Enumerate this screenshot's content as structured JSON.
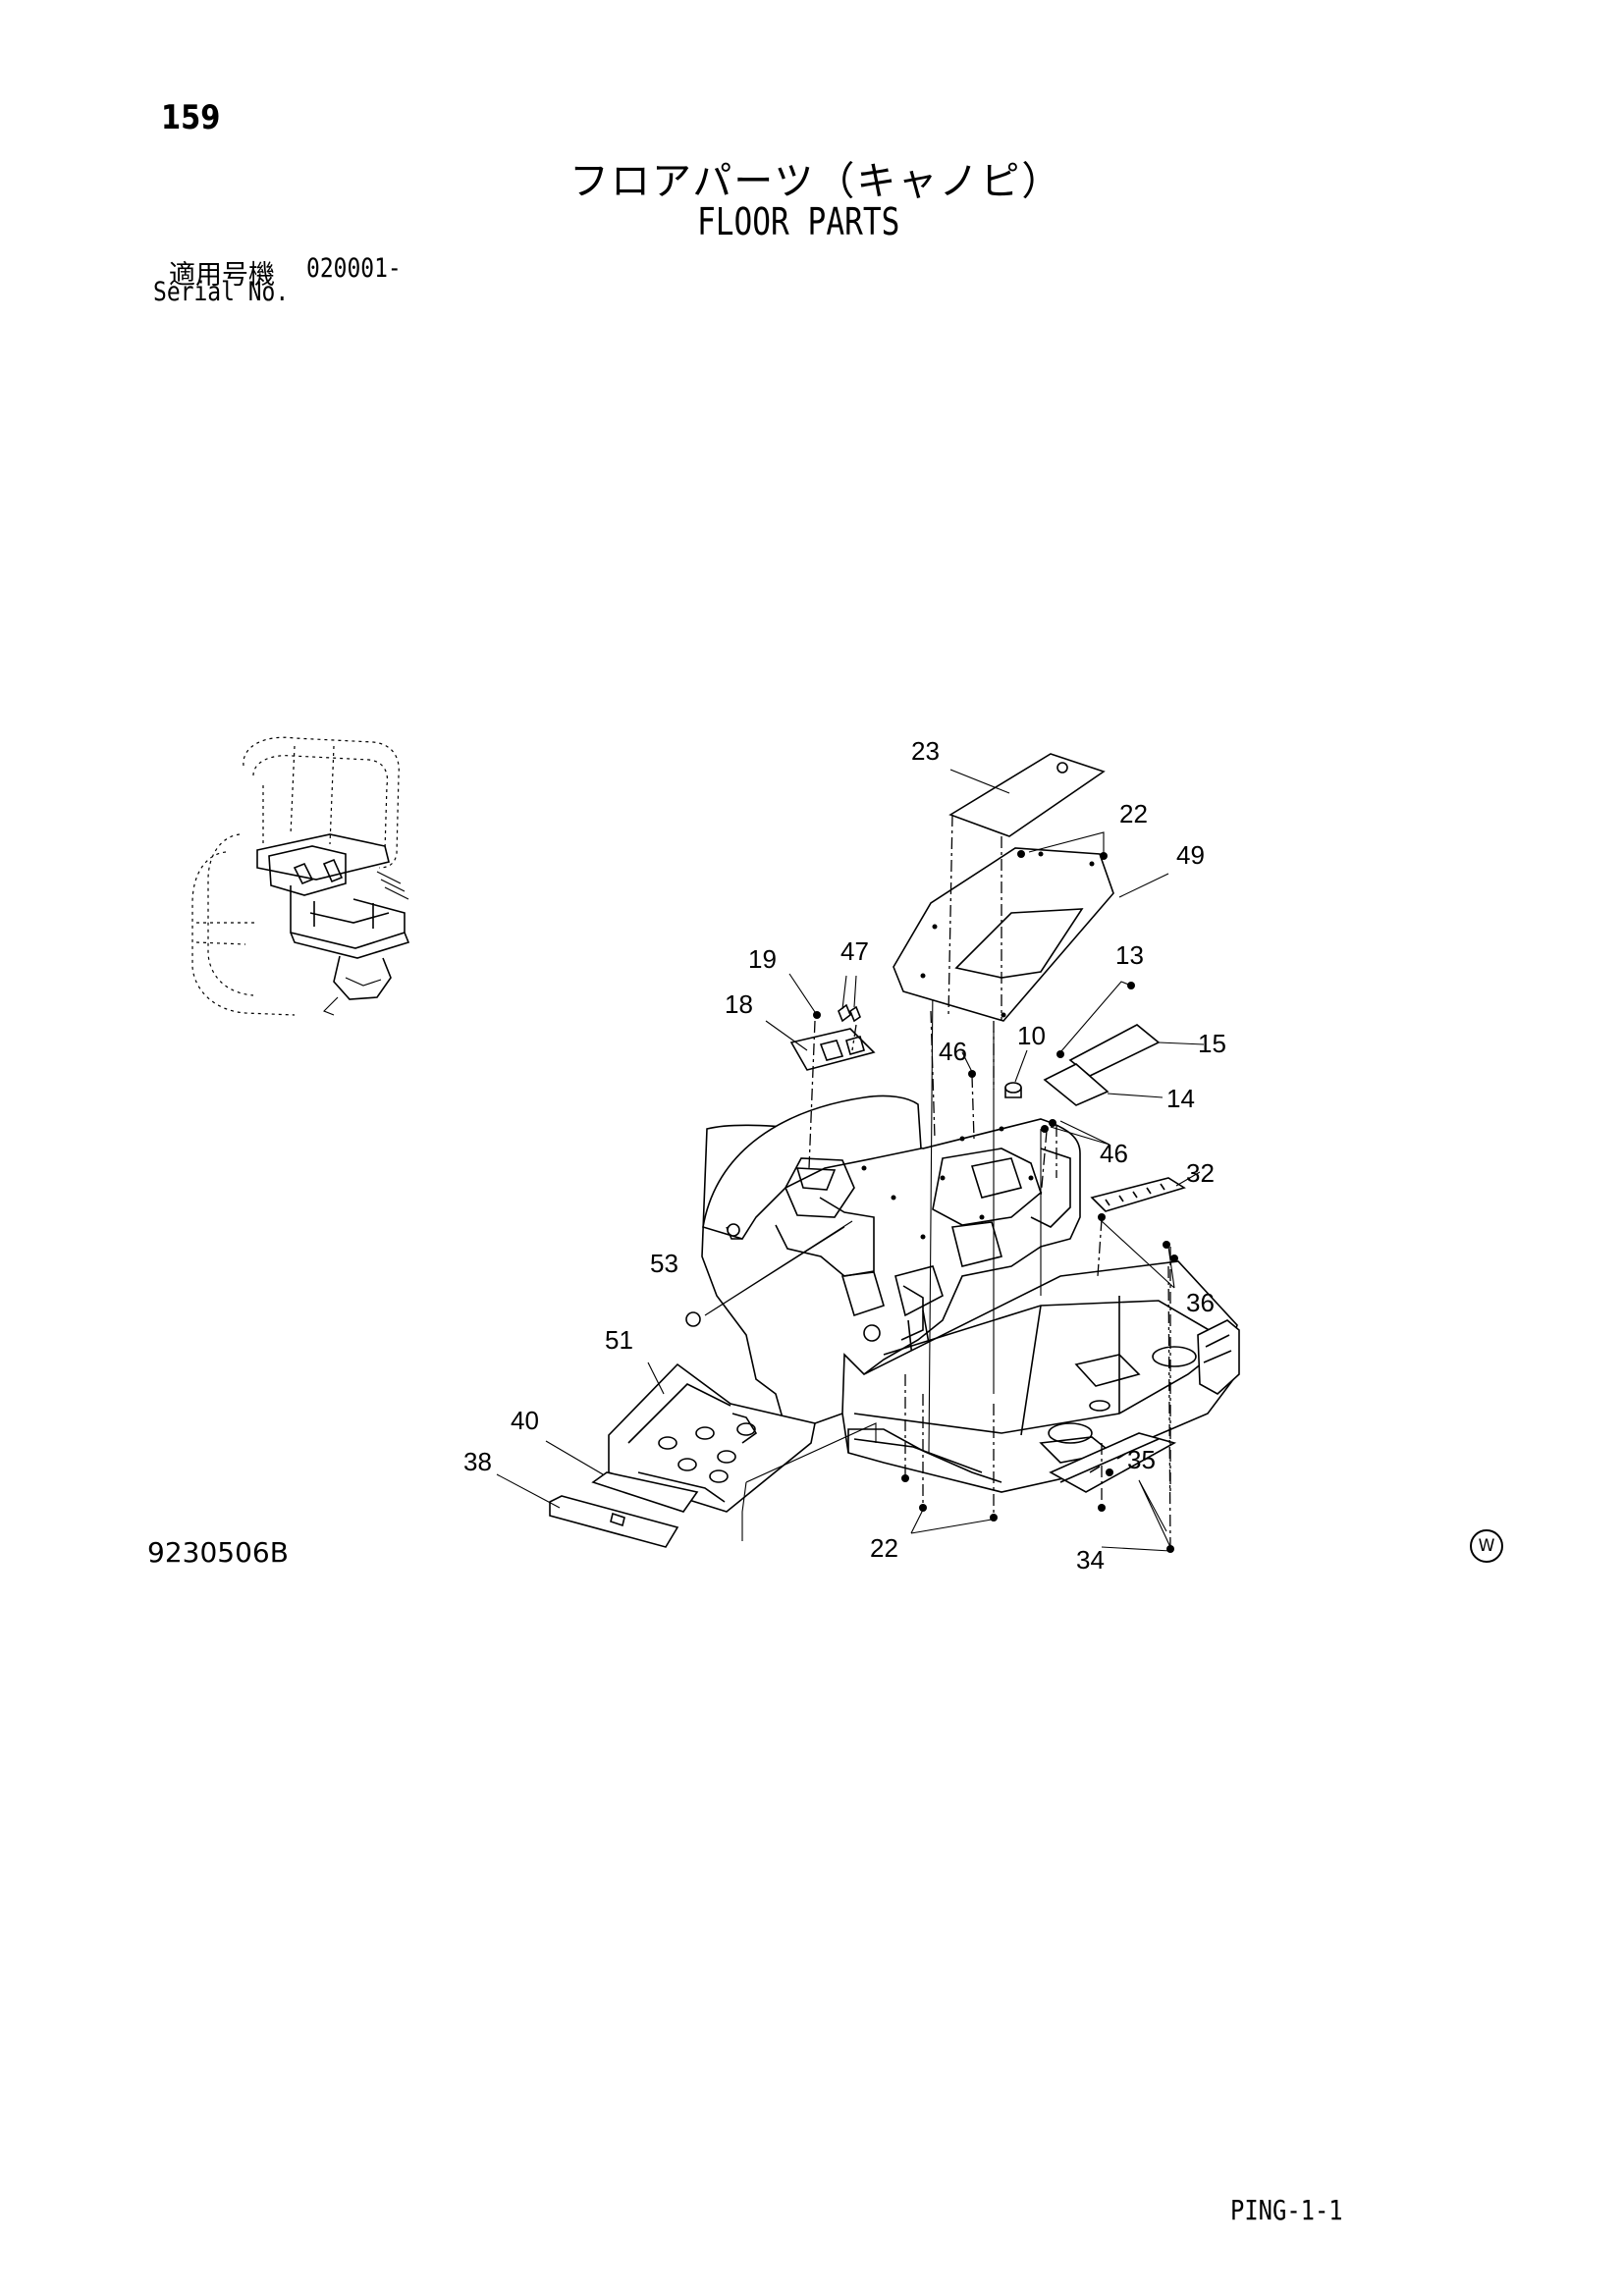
{
  "page_number": "159",
  "title_jp": "フロアパーツ（キャノピ）",
  "title_en": "FLOOR PARTS",
  "serial_label_jp": "適用号機",
  "serial_value": "020001-",
  "serial_label_en": "Serial No.",
  "drawing_number": "9230506B",
  "page_code": "PING-1-1",
  "watermark": "W",
  "callouts": [
    "23",
    "22",
    "49",
    "13",
    "19",
    "47",
    "18",
    "15",
    "46",
    "10",
    "14",
    "46",
    "32",
    "53",
    "36",
    "51",
    "40",
    "38",
    "35",
    "22",
    "34"
  ]
}
